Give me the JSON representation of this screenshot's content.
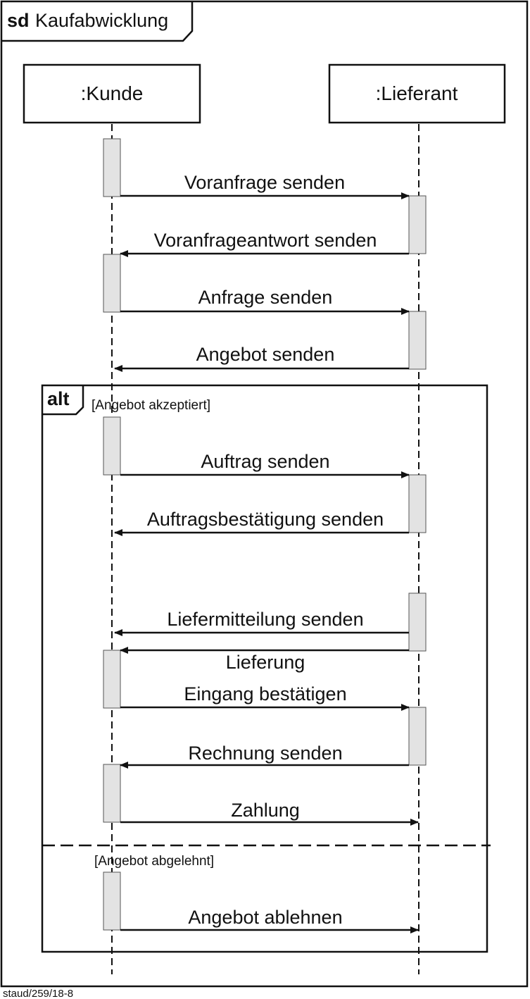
{
  "frame": {
    "keyword": "sd",
    "name": "Kaufabwicklung"
  },
  "lifelines": [
    {
      "id": "kunde",
      "label": ":Kunde"
    },
    {
      "id": "lieferant",
      "label": ":Lieferant"
    }
  ],
  "messages": [
    {
      "label": "Voranfrage senden",
      "from": "kunde",
      "to": "lieferant"
    },
    {
      "label": "Voranfrageantwort senden",
      "from": "lieferant",
      "to": "kunde"
    },
    {
      "label": "Anfrage senden",
      "from": "kunde",
      "to": "lieferant"
    },
    {
      "label": "Angebot senden",
      "from": "lieferant",
      "to": "kunde"
    },
    {
      "label": "Auftrag senden",
      "from": "kunde",
      "to": "lieferant"
    },
    {
      "label": "Auftragsbestätigung senden",
      "from": "lieferant",
      "to": "kunde"
    },
    {
      "label": "Liefermitteilung senden",
      "from": "lieferant",
      "to": "kunde"
    },
    {
      "label": "Lieferung",
      "from": "lieferant",
      "to": "kunde"
    },
    {
      "label": "Eingang bestätigen",
      "from": "kunde",
      "to": "lieferant"
    },
    {
      "label": "Rechnung senden",
      "from": "lieferant",
      "to": "kunde"
    },
    {
      "label": "Zahlung",
      "from": "kunde",
      "to": "lieferant"
    },
    {
      "label": "Angebot ablehnen",
      "from": "kunde",
      "to": "lieferant"
    }
  ],
  "alt_fragment": {
    "keyword": "alt",
    "guards": [
      "[Angebot akzeptiert]",
      "[Angebot abgelehnt]"
    ]
  },
  "footer": "staud/259/18-8"
}
